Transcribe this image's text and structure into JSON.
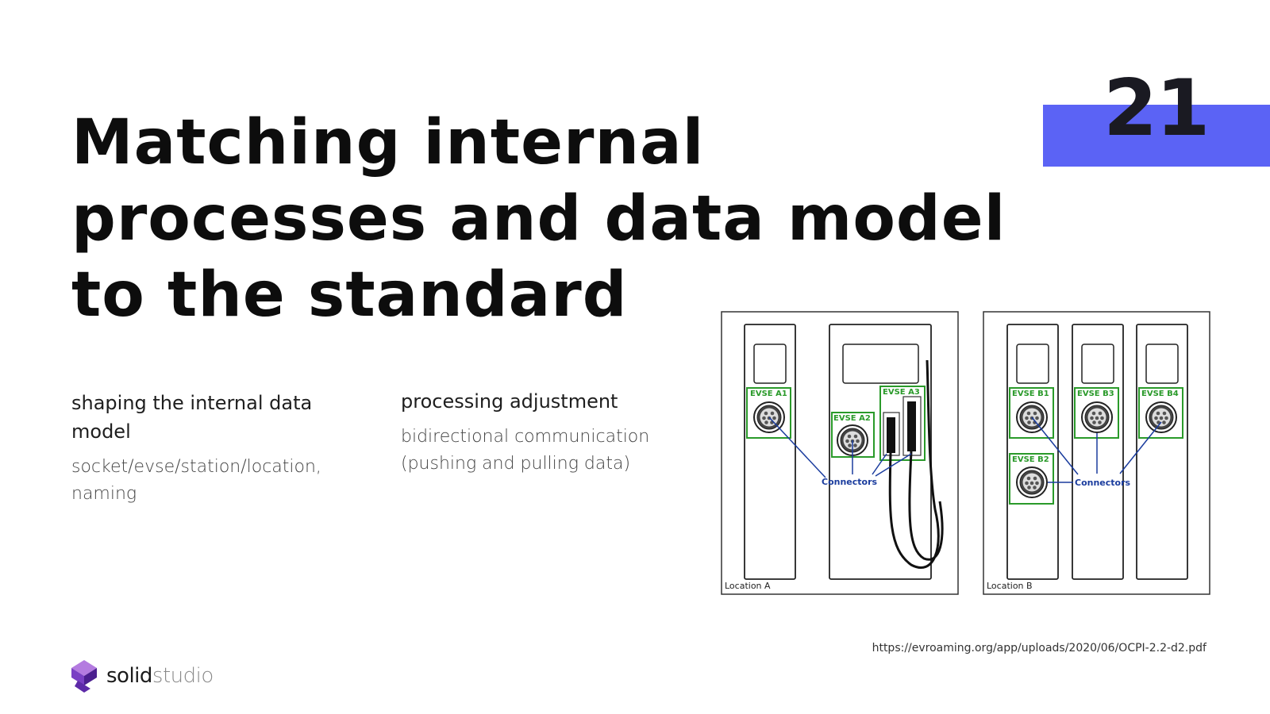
{
  "slide_number": "21",
  "colors": {
    "accent": "#5b63f5",
    "evse_green": "#2a9a2a",
    "connector_blue": "#1a3c9e"
  },
  "title_lines": [
    "Matching internal",
    "processes and data model",
    "to the standard"
  ],
  "columns": [
    {
      "heading": "shaping the internal data model",
      "body": "socket/evse/station/location, naming"
    },
    {
      "heading": "processing adjustment",
      "body": "bidirectional communication (pushing and pulling data)"
    }
  ],
  "diagram": {
    "location_a": {
      "label": "Location A",
      "evses": [
        "EVSE A1",
        "EVSE A2",
        "EVSE A3"
      ],
      "connectors_label": "Connectors"
    },
    "location_b": {
      "label": "Location B",
      "evses": [
        "EVSE B1",
        "EVSE B2",
        "EVSE B3",
        "EVSE B4"
      ],
      "connectors_label": "Connectors"
    }
  },
  "source_url": "https://evroaming.org/app/uploads/2020/06/OCPI-2.2-d2.pdf",
  "logo": {
    "brand_part1": "solid",
    "brand_part2": "studio",
    "icon": "solidstudio-logo-icon"
  }
}
